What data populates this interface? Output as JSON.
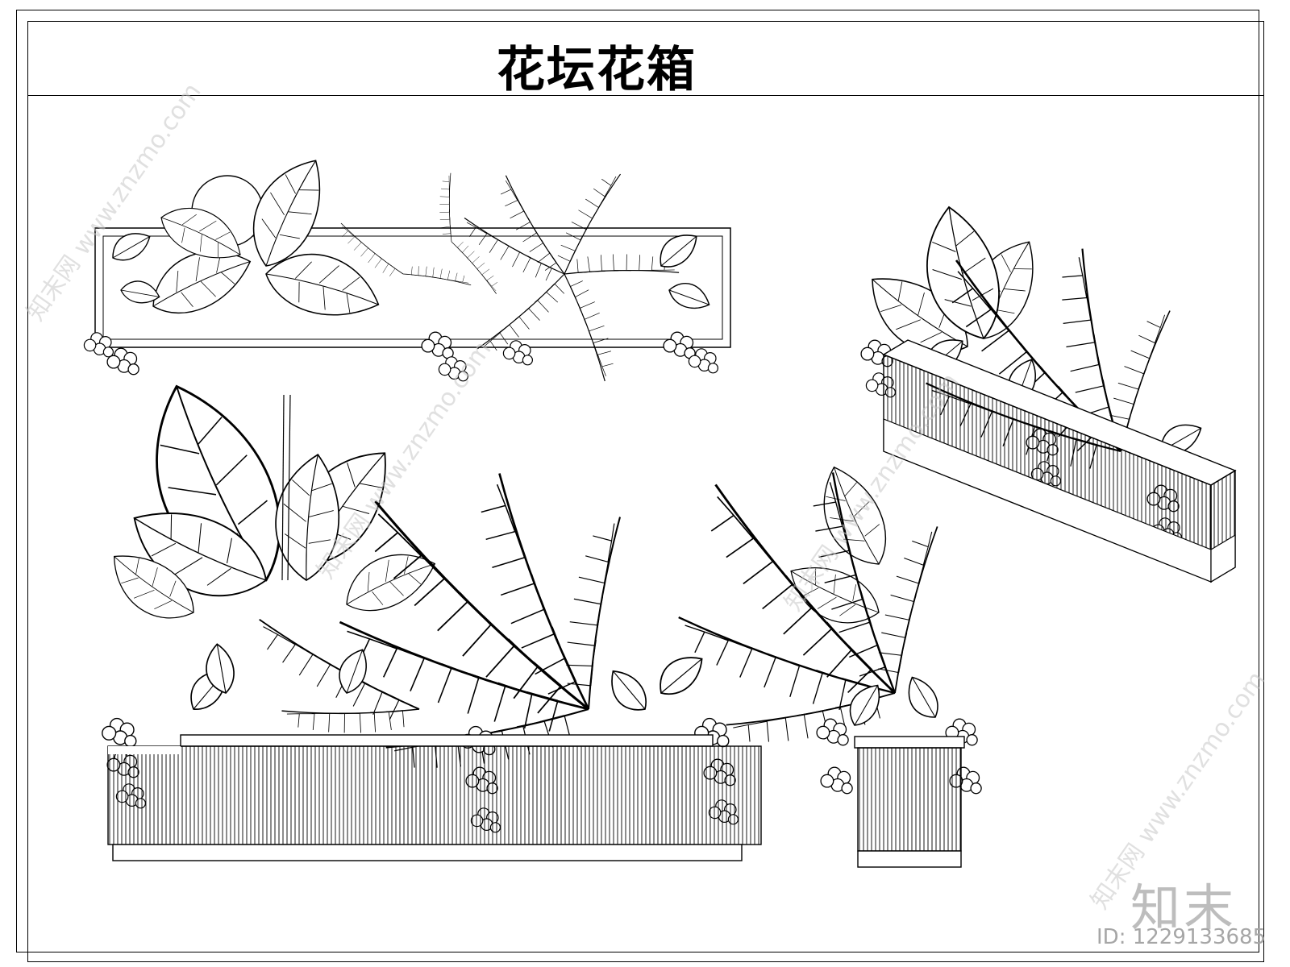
{
  "title": "花坛花箱",
  "watermark": {
    "site_cn": "知末网",
    "site_url": "www.znzmo.com"
  },
  "logo": "知末",
  "id_label": "ID: 1229133685"
}
